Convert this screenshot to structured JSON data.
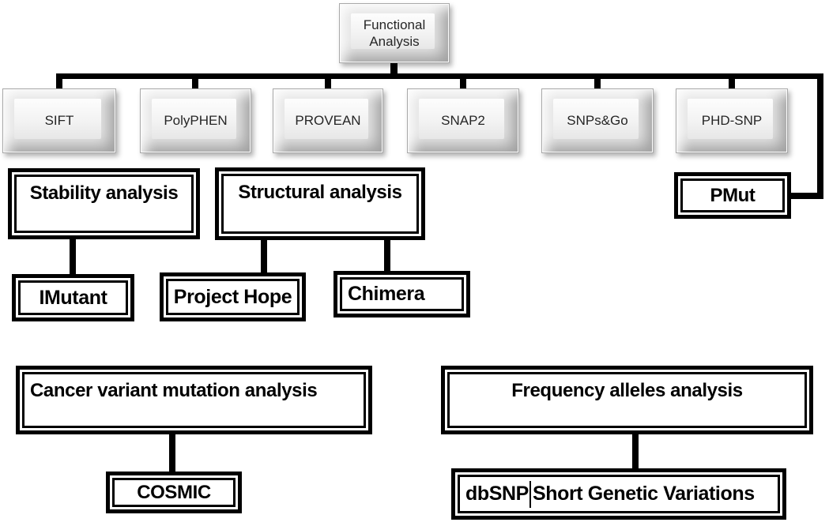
{
  "nodes": {
    "functional_analysis": "Functional Analysis",
    "sift": "SIFT",
    "polyphen": "PolyPHEN",
    "provean": "PROVEAN",
    "snap2": "SNAP2",
    "snps_go": "SNPs&Go",
    "phd_snp": "PHD-SNP",
    "pmut": "PMut",
    "stability_analysis": "Stability analysis",
    "structural_analysis": "Structural analysis",
    "imutant": "IMutant",
    "project_hope": "Project Hope",
    "chimera": "Chimera",
    "cancer_variant": "Cancer variant mutation analysis",
    "cosmic": "COSMIC",
    "frequency_alleles": "Frequency alleles analysis",
    "dbsnp": "dbSNP",
    "dbsnp_suffix": "Short Genetic Variations"
  },
  "edges": [
    {
      "from": "functional_analysis",
      "to": "sift"
    },
    {
      "from": "functional_analysis",
      "to": "polyphen"
    },
    {
      "from": "functional_analysis",
      "to": "provean"
    },
    {
      "from": "functional_analysis",
      "to": "snap2"
    },
    {
      "from": "functional_analysis",
      "to": "snps_go"
    },
    {
      "from": "functional_analysis",
      "to": "phd_snp"
    },
    {
      "from": "functional_analysis",
      "to": "pmut"
    },
    {
      "from": "stability_analysis",
      "to": "imutant"
    },
    {
      "from": "structural_analysis",
      "to": "project_hope"
    },
    {
      "from": "structural_analysis",
      "to": "chimera"
    },
    {
      "from": "cancer_variant",
      "to": "cosmic"
    },
    {
      "from": "frequency_alleles",
      "to": "dbsnp"
    }
  ],
  "colors": {
    "line": "#000000",
    "frame_text": "#000000",
    "button_text": "#262626",
    "background": "#ffffff"
  }
}
